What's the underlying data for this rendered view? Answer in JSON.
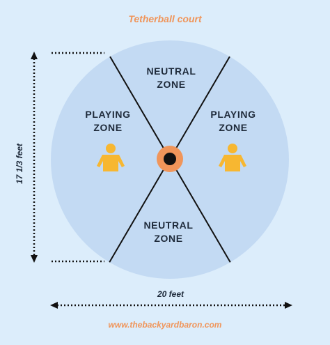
{
  "title": "Tetherball court",
  "zones": {
    "neutral_top": [
      "NEUTRAL",
      "ZONE"
    ],
    "neutral_bottom": [
      "NEUTRAL",
      "ZONE"
    ],
    "playing_left": [
      "PLAYING",
      "ZONE"
    ],
    "playing_right": [
      "PLAYING",
      "ZONE"
    ]
  },
  "dimensions": {
    "height_label": "17 1/3 feet",
    "width_label": "20 feet"
  },
  "footer": "www.thebackyardbaron.com",
  "colors": {
    "background": "#dcedfb",
    "court": "#c3daf3",
    "accent": "#f0955a",
    "player": "#f7b731",
    "pole": "#111111",
    "line": "#1e2a3a"
  },
  "icons": [
    "person-icon",
    "pole-icon"
  ]
}
